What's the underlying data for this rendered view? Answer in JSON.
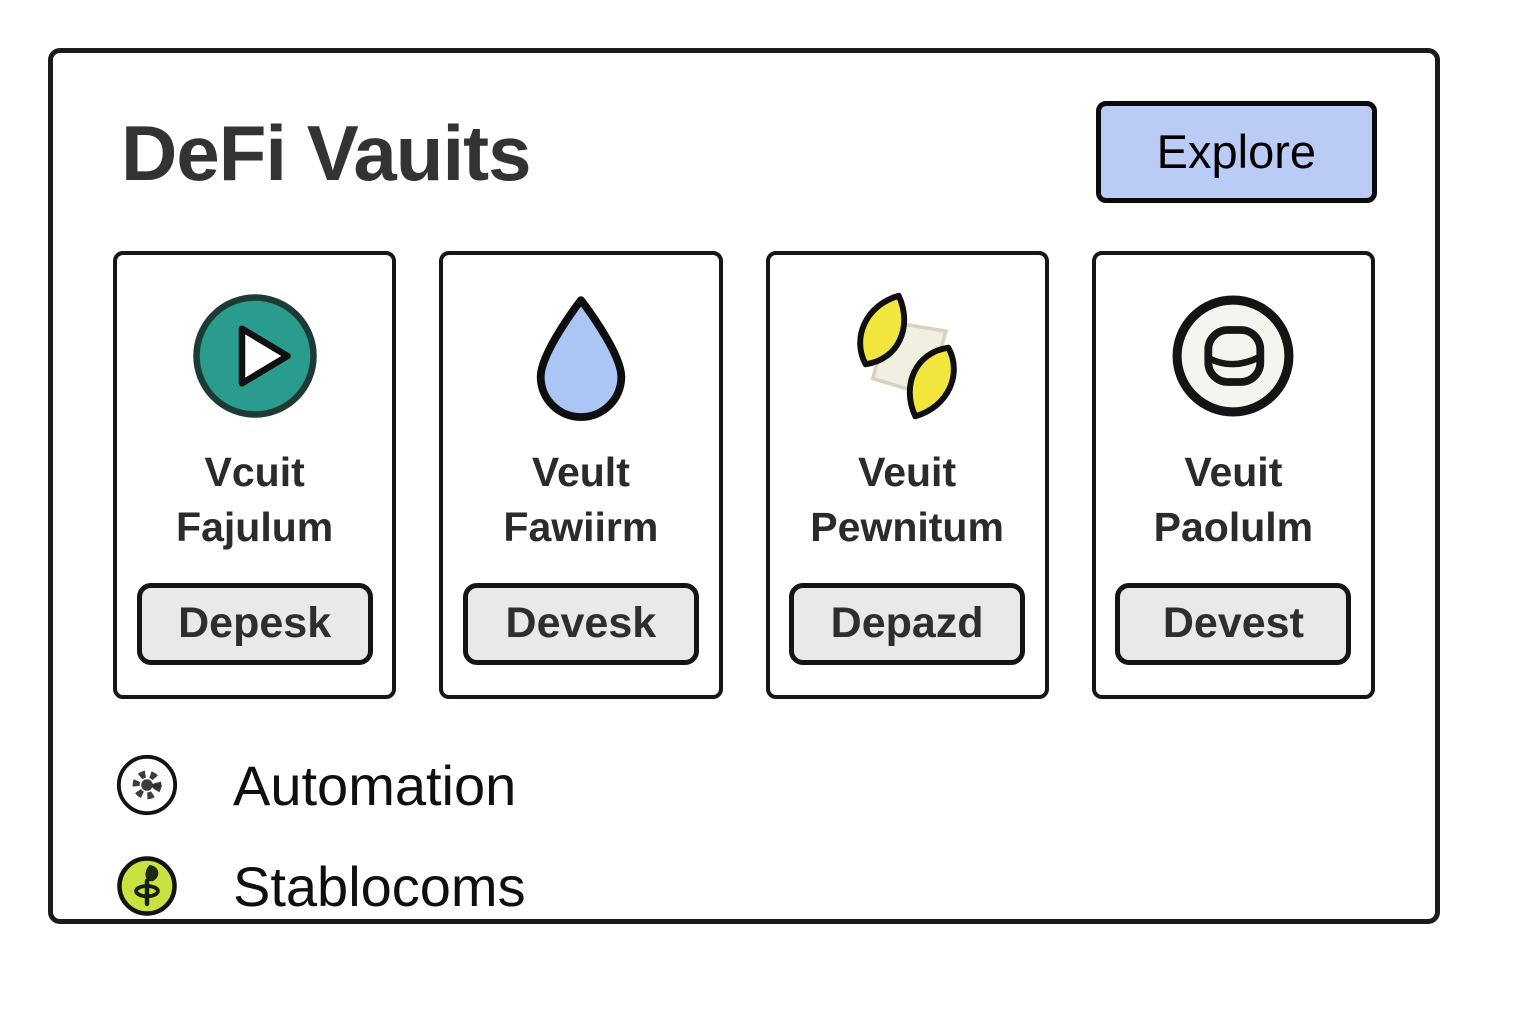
{
  "header": {
    "title": "DeFi Vauits",
    "explore_label": "Explore"
  },
  "cards": [
    {
      "icon": "play-icon",
      "label_line1": "Vcuit",
      "label_line2": "Fajulum",
      "button_label": "Depesk"
    },
    {
      "icon": "drop-icon",
      "label_line1": "Veult",
      "label_line2": "Fawiirm",
      "button_label": "Devesk"
    },
    {
      "icon": "lemons-icon",
      "label_line1": "Veuit",
      "label_line2": "Pewnitum",
      "button_label": "Depazd"
    },
    {
      "icon": "coin-icon",
      "label_line1": "Veuit",
      "label_line2": "Paolulm",
      "button_label": "Devest"
    }
  ],
  "legend": [
    {
      "icon": "automation-icon",
      "label": "Automation"
    },
    {
      "icon": "stablecoin-icon",
      "label": "Stablocoms"
    }
  ],
  "colors": {
    "panel-border": "#1b1b1b",
    "teal": "#2a9c8e",
    "drop-blue": "#abc5f4",
    "lemon-yellow": "#f2e53d",
    "lime": "#c9e23f",
    "explore-fill": "#bacbf5",
    "button-fill": "#e9e9e9",
    "text-dark": "#2e2e2e"
  }
}
